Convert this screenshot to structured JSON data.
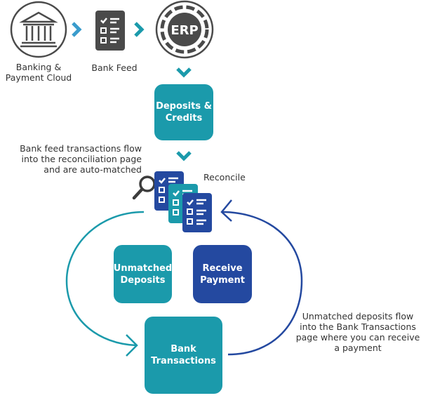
{
  "colors": {
    "teal": "#1b9aab",
    "blue": "#2449a0",
    "gray": "#4a4a4a",
    "chevron_blue": "#3a9ccc"
  },
  "nodes": {
    "banking": {
      "label_line1": "Banking &",
      "label_line2": "Payment Cloud",
      "icon": "bank-icon"
    },
    "bank_feed": {
      "label": "Bank Feed",
      "icon": "checklist-icon"
    },
    "erp": {
      "label": "ERP",
      "icon": "erp-gear-icon"
    },
    "deposits": {
      "line1": "Deposits &",
      "line2": "Credits"
    },
    "reconcile": {
      "label": "Reconcile",
      "icon": "checklist-stack-icon"
    },
    "unmatched": {
      "line1": "Unmatched",
      "line2": "Deposits"
    },
    "receive": {
      "line1": "Receive",
      "line2": "Payment"
    },
    "bank_transactions": {
      "line1": "Bank",
      "line2": "Transactions"
    }
  },
  "notes": {
    "left": [
      "Bank feed transactions flow",
      "into the reconciliation page",
      "and are auto-matched"
    ],
    "right": [
      "Unmatched deposits flow",
      "into the Bank Transactions",
      "page where you can receive",
      "a payment"
    ]
  }
}
